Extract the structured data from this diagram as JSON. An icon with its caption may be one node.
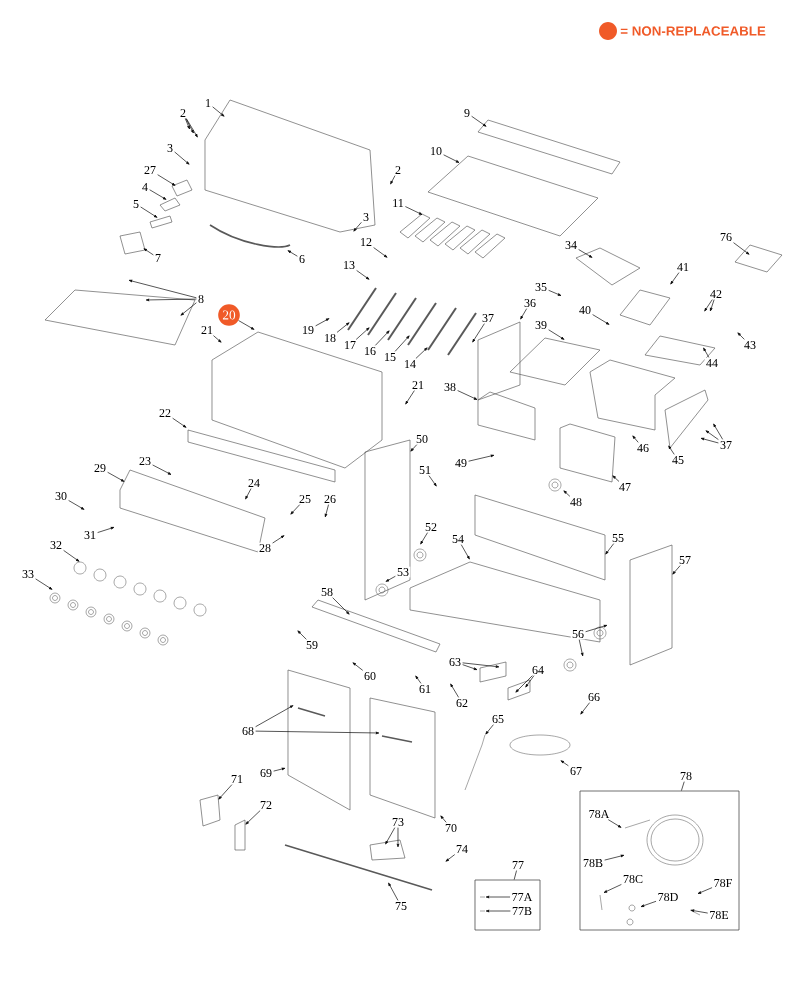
{
  "diagram": {
    "nodes": [
      {
        "text": [
          "1"
        ]
      },
      {
        "text": [
          "2"
        ]
      },
      {
        "text": [
          "9"
        ]
      },
      {
        "text": [
          "3"
        ]
      },
      {
        "text": [
          "10"
        ]
      },
      {
        "text": [
          "27"
        ]
      },
      {
        "text": [
          "2"
        ]
      },
      {
        "text": [
          "4"
        ]
      },
      {
        "text": [
          "11"
        ]
      },
      {
        "text": [
          "5"
        ]
      },
      {
        "text": [
          "3"
        ]
      },
      {
        "text": [
          "76"
        ]
      },
      {
        "text": [
          "12"
        ]
      },
      {
        "text": [
          "34"
        ]
      },
      {
        "text": [
          "7"
        ]
      },
      {
        "text": [
          "6"
        ]
      },
      {
        "text": [
          "13"
        ]
      },
      {
        "text": [
          "41"
        ]
      },
      {
        "text": [
          "35"
        ]
      },
      {
        "text": [
          "42"
        ]
      },
      {
        "text": [
          "8"
        ]
      },
      {
        "text": [
          "36"
        ]
      },
      {
        "text": [
          "40"
        ]
      },
      {
        "text": [
          "20"
        ]
      },
      {
        "text": [
          "37"
        ]
      },
      {
        "text": [
          "39"
        ]
      },
      {
        "text": [
          "21"
        ]
      },
      {
        "text": [
          "19"
        ]
      },
      {
        "text": [
          "18"
        ]
      },
      {
        "text": [
          "17"
        ]
      },
      {
        "text": [
          "43"
        ]
      },
      {
        "text": [
          "16"
        ]
      },
      {
        "text": [
          "15"
        ]
      },
      {
        "text": [
          "44"
        ]
      },
      {
        "text": [
          "14"
        ]
      },
      {
        "text": [
          "21"
        ]
      },
      {
        "text": [
          "38"
        ]
      },
      {
        "text": [
          "22"
        ]
      },
      {
        "text": [
          "50"
        ]
      },
      {
        "text": [
          "37"
        ]
      },
      {
        "text": [
          "46"
        ]
      },
      {
        "text": [
          "23"
        ]
      },
      {
        "text": [
          "45"
        ]
      },
      {
        "text": [
          "49"
        ]
      },
      {
        "text": [
          "29"
        ]
      },
      {
        "text": [
          "51"
        ]
      },
      {
        "text": [
          "24"
        ]
      },
      {
        "text": [
          "47"
        ]
      },
      {
        "text": [
          "30"
        ]
      },
      {
        "text": [
          "25"
        ]
      },
      {
        "text": [
          "26"
        ]
      },
      {
        "text": [
          "48"
        ]
      },
      {
        "text": [
          "52"
        ]
      },
      {
        "text": [
          "31"
        ]
      },
      {
        "text": [
          "55"
        ]
      },
      {
        "text": [
          "54"
        ]
      },
      {
        "text": [
          "32"
        ]
      },
      {
        "text": [
          "28"
        ]
      },
      {
        "text": [
          "57"
        ]
      },
      {
        "text": [
          "53"
        ]
      },
      {
        "text": [
          "33"
        ]
      },
      {
        "text": [
          "58"
        ]
      },
      {
        "text": [
          "56"
        ]
      },
      {
        "text": [
          "59"
        ]
      },
      {
        "text": [
          "63"
        ]
      },
      {
        "text": [
          "64"
        ]
      },
      {
        "text": [
          "60"
        ]
      },
      {
        "text": [
          "61"
        ]
      },
      {
        "text": [
          "62"
        ]
      },
      {
        "text": [
          "66"
        ]
      },
      {
        "text": [
          "65"
        ]
      },
      {
        "text": [
          "68"
        ]
      },
      {
        "text": [
          "67"
        ]
      },
      {
        "text": [
          "69"
        ]
      },
      {
        "text": [
          "78"
        ]
      },
      {
        "text": [
          "71"
        ]
      },
      {
        "text": [
          "72"
        ]
      },
      {
        "text": [],
        "shape": "box"
      },
      {
        "text": [
          "78A"
        ],
        "in": 77
      },
      {
        "text": [
          "78B"
        ],
        "in": 77
      },
      {
        "text": [
          "78C"
        ],
        "in": 77
      },
      {
        "text": [
          "78F"
        ],
        "in": 77
      },
      {
        "text": [
          "78D"
        ],
        "in": 77
      },
      {
        "text": [
          "78E"
        ],
        "in": 77
      },
      {
        "text": [
          "73"
        ]
      },
      {
        "text": [
          "70"
        ]
      },
      {
        "text": [
          "74"
        ]
      },
      {
        "text": [
          "77"
        ]
      },
      {
        "text": [],
        "shape": "box"
      },
      {
        "text": [
          "77A"
        ],
        "in": 88
      },
      {
        "text": [
          "77B"
        ],
        "in": 88
      },
      {
        "text": [
          "75"
        ]
      }
    ],
    "edges": [
      {
        "from": 0,
        "to": null,
        "arrow": "to"
      },
      {
        "from": 1,
        "to": null,
        "arrow": "to"
      },
      {
        "from": 1,
        "to": null,
        "arrow": "to"
      },
      {
        "from": 1,
        "to": null,
        "arrow": "to"
      },
      {
        "from": 2,
        "to": null,
        "arrow": "to"
      },
      {
        "from": 3,
        "to": null,
        "arrow": "to"
      },
      {
        "from": 4,
        "to": null,
        "arrow": "to"
      },
      {
        "from": 5,
        "to": null,
        "arrow": "to"
      },
      {
        "from": 6,
        "to": null,
        "arrow": "to"
      },
      {
        "from": 7,
        "to": null,
        "arrow": "to"
      },
      {
        "from": 8,
        "to": null,
        "arrow": "to"
      },
      {
        "from": 9,
        "to": null,
        "arrow": "to"
      },
      {
        "from": 10,
        "to": null,
        "arrow": "to"
      },
      {
        "from": 11,
        "to": null,
        "arrow": "to"
      },
      {
        "from": 12,
        "to": null,
        "arrow": "to"
      },
      {
        "from": 13,
        "to": null,
        "arrow": "to"
      },
      {
        "from": 14,
        "to": null,
        "arrow": "to"
      },
      {
        "from": 15,
        "to": null,
        "arrow": "to"
      },
      {
        "from": 16,
        "to": null,
        "arrow": "to"
      },
      {
        "from": 17,
        "to": null,
        "arrow": "to"
      },
      {
        "from": 18,
        "to": null,
        "arrow": "to"
      },
      {
        "from": 19,
        "to": null,
        "arrow": "to"
      },
      {
        "from": 19,
        "to": null,
        "arrow": "to"
      },
      {
        "from": 20,
        "to": null,
        "arrow": "to"
      },
      {
        "from": 20,
        "to": null,
        "arrow": "to"
      },
      {
        "from": 20,
        "to": null,
        "arrow": "to"
      },
      {
        "from": 21,
        "to": null,
        "arrow": "to"
      },
      {
        "from": 22,
        "to": null,
        "arrow": "to"
      },
      {
        "from": 23,
        "to": null,
        "arrow": "to"
      },
      {
        "from": 24,
        "to": null,
        "arrow": "to"
      },
      {
        "from": 25,
        "to": null,
        "arrow": "to"
      },
      {
        "from": 26,
        "to": null,
        "arrow": "to"
      },
      {
        "from": 27,
        "to": null,
        "arrow": "to"
      },
      {
        "from": 28,
        "to": null,
        "arrow": "to"
      },
      {
        "from": 29,
        "to": null,
        "arrow": "to"
      },
      {
        "from": 30,
        "to": null,
        "arrow": "to"
      },
      {
        "from": 31,
        "to": null,
        "arrow": "to"
      },
      {
        "from": 32,
        "to": null,
        "arrow": "to"
      },
      {
        "from": 33,
        "to": null,
        "arrow": "to"
      },
      {
        "from": 34,
        "to": null,
        "arrow": "to"
      },
      {
        "from": 35,
        "to": null,
        "arrow": "to"
      },
      {
        "from": 36,
        "to": null,
        "arrow": "to"
      },
      {
        "from": 37,
        "to": null,
        "arrow": "to"
      },
      {
        "from": 38,
        "to": null,
        "arrow": "to"
      },
      {
        "from": 39,
        "to": null,
        "arrow": "to"
      },
      {
        "from": 39,
        "to": null,
        "arrow": "to"
      },
      {
        "from": 39,
        "to": null,
        "arrow": "to"
      },
      {
        "from": 40,
        "to": null,
        "arrow": "to"
      },
      {
        "from": 41,
        "to": null,
        "arrow": "to"
      },
      {
        "from": 42,
        "to": null,
        "arrow": "to"
      },
      {
        "from": 43,
        "to": null,
        "arrow": "to"
      },
      {
        "from": 44,
        "to": null,
        "arrow": "to"
      },
      {
        "from": 45,
        "to": null,
        "arrow": "to"
      },
      {
        "from": 46,
        "to": null,
        "arrow": "to"
      },
      {
        "from": 47,
        "to": null,
        "arrow": "to"
      },
      {
        "from": 48,
        "to": null,
        "arrow": "to"
      },
      {
        "from": 49,
        "to": null,
        "arrow": "to"
      },
      {
        "from": 50,
        "to": null,
        "arrow": "to"
      },
      {
        "from": 51,
        "to": null,
        "arrow": "to"
      },
      {
        "from": 52,
        "to": null,
        "arrow": "to"
      },
      {
        "from": 53,
        "to": null,
        "arrow": "to"
      },
      {
        "from": 54,
        "to": null,
        "arrow": "to"
      },
      {
        "from": 55,
        "to": null,
        "arrow": "to"
      },
      {
        "from": 56,
        "to": null,
        "arrow": "to"
      },
      {
        "from": 57,
        "to": null,
        "arrow": "to"
      },
      {
        "from": 58,
        "to": null,
        "arrow": "to"
      },
      {
        "from": 59,
        "to": null,
        "arrow": "to"
      },
      {
        "from": 60,
        "to": null,
        "arrow": "to"
      },
      {
        "from": 61,
        "to": null,
        "arrow": "to"
      },
      {
        "from": 62,
        "to": null,
        "arrow": "to"
      },
      {
        "from": 62,
        "to": null,
        "arrow": "to"
      },
      {
        "from": 63,
        "to": null,
        "arrow": "to"
      },
      {
        "from": 64,
        "to": null,
        "arrow": "to"
      },
      {
        "from": 64,
        "to": null,
        "arrow": "to"
      },
      {
        "from": 65,
        "to": null,
        "arrow": "to"
      },
      {
        "from": 65,
        "to": null,
        "arrow": "to"
      },
      {
        "from": 66,
        "to": null,
        "arrow": "to"
      },
      {
        "from": 67,
        "to": null,
        "arrow": "to"
      },
      {
        "from": 68,
        "to": null,
        "arrow": "to"
      },
      {
        "from": 69,
        "to": null,
        "arrow": "to"
      },
      {
        "from": 70,
        "to": null,
        "arrow": "to"
      },
      {
        "from": 71,
        "to": null,
        "arrow": "to"
      },
      {
        "from": 71,
        "to": null,
        "arrow": "to"
      },
      {
        "from": 72,
        "to": null,
        "arrow": "to"
      },
      {
        "from": 73,
        "to": null,
        "arrow": "to"
      },
      {
        "from": 74,
        "to": 77,
        "arrow": "none"
      },
      {
        "from": 75,
        "to": null,
        "arrow": "to"
      },
      {
        "from": 76,
        "to": null,
        "arrow": "to"
      },
      {
        "from": 78,
        "to": null,
        "arrow": "to"
      },
      {
        "from": 79,
        "to": null,
        "arrow": "to"
      },
      {
        "from": 80,
        "to": null,
        "arrow": "to"
      },
      {
        "from": 81,
        "to": null,
        "arrow": "to"
      },
      {
        "from": 82,
        "to": null,
        "arrow": "to"
      },
      {
        "from": 83,
        "to": null,
        "arrow": "to"
      },
      {
        "from": 84,
        "to": null,
        "arrow": "to"
      },
      {
        "from": 84,
        "to": null,
        "arrow": "to"
      },
      {
        "from": 85,
        "to": null,
        "arrow": "to"
      },
      {
        "from": 86,
        "to": null,
        "arrow": "to"
      },
      {
        "from": 87,
        "to": 88,
        "arrow": "none"
      },
      {
        "from": 89,
        "to": null,
        "arrow": "to"
      },
      {
        "from": 90,
        "to": null,
        "arrow": "to"
      },
      {
        "from": 91,
        "to": null,
        "arrow": "to"
      }
    ],
    "legend": [
      {
        "text": "= NON-REPLACEABLE",
        "color": "#f05a28"
      }
    ]
  }
}
